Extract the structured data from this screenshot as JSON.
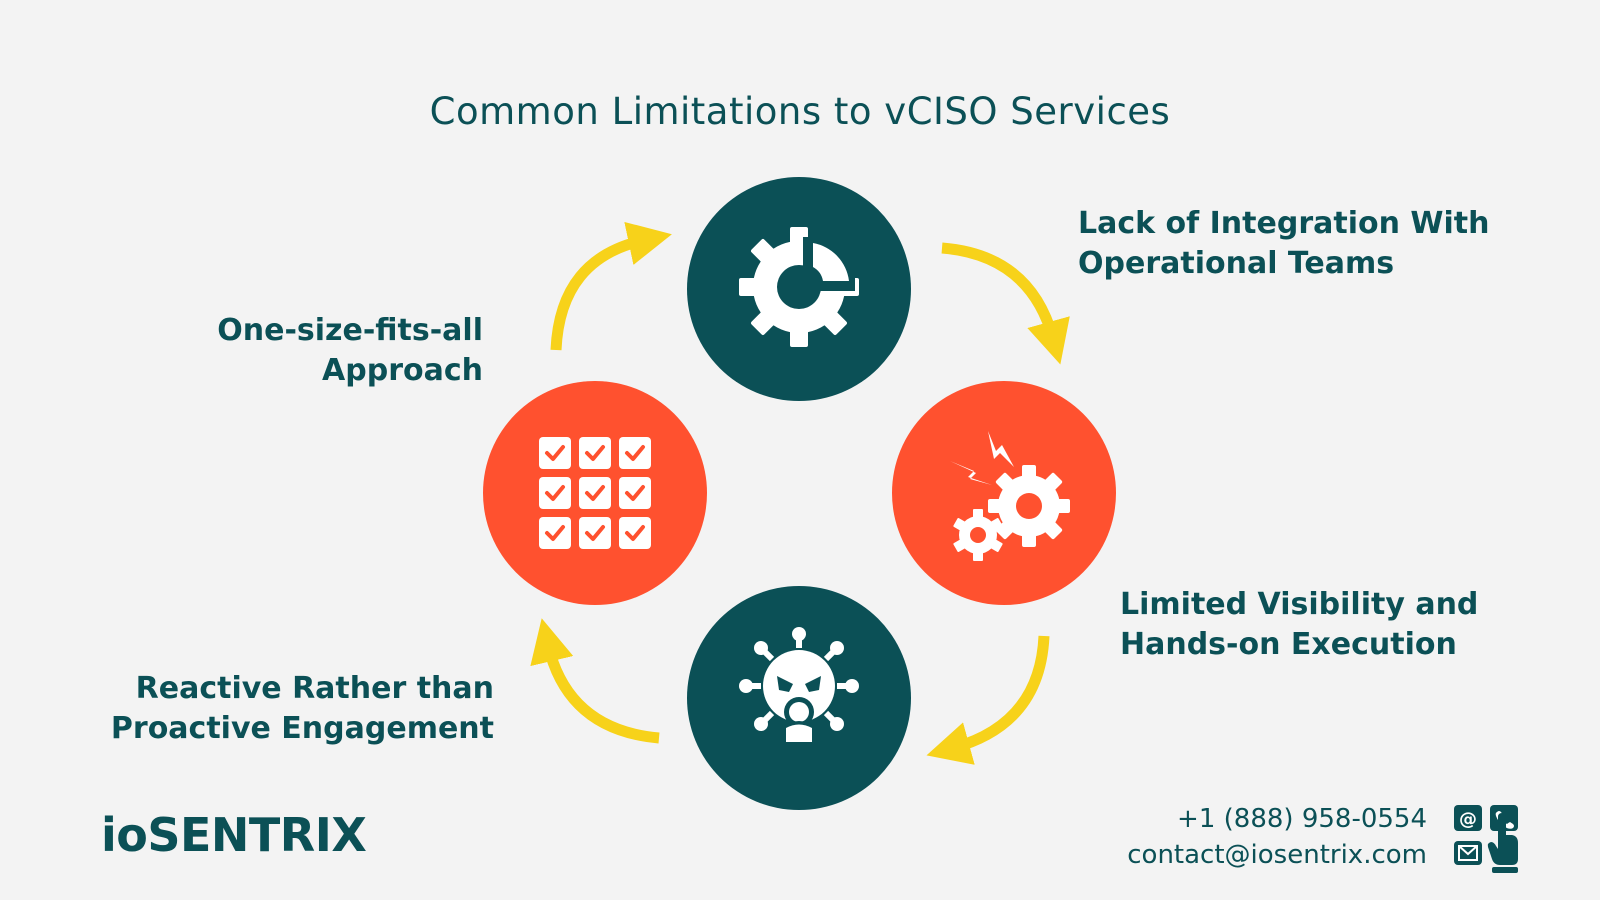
{
  "title": "Common Limitations to vCISO Services",
  "items": [
    {
      "label_lines": [
        "Lack of Integration With",
        "Operational Teams"
      ],
      "icon": "gear-icon"
    },
    {
      "label_lines": [
        "Limited Visibility and",
        "Hands-on Execution"
      ],
      "icon": "broken-gears-icon"
    },
    {
      "label_lines": [
        "Reactive Rather than",
        "Proactive Engagement"
      ],
      "icon": "virus-threat-icon"
    },
    {
      "label_lines": [
        "One-size-fits-all",
        "Approach"
      ],
      "icon": "checklist-grid-icon"
    }
  ],
  "footer": {
    "logo": "ioSENTRIX",
    "phone": "+1 (888) 958-0554",
    "email": "contact@iosentrix.com",
    "icons": [
      "at-icon",
      "phone-icon",
      "mail-icon",
      "hand-pointer-icon"
    ]
  },
  "colors": {
    "teal": "#0b5056",
    "orange": "#ff512f",
    "arrow": "#f7d21a",
    "background": "#f3f3f3"
  }
}
